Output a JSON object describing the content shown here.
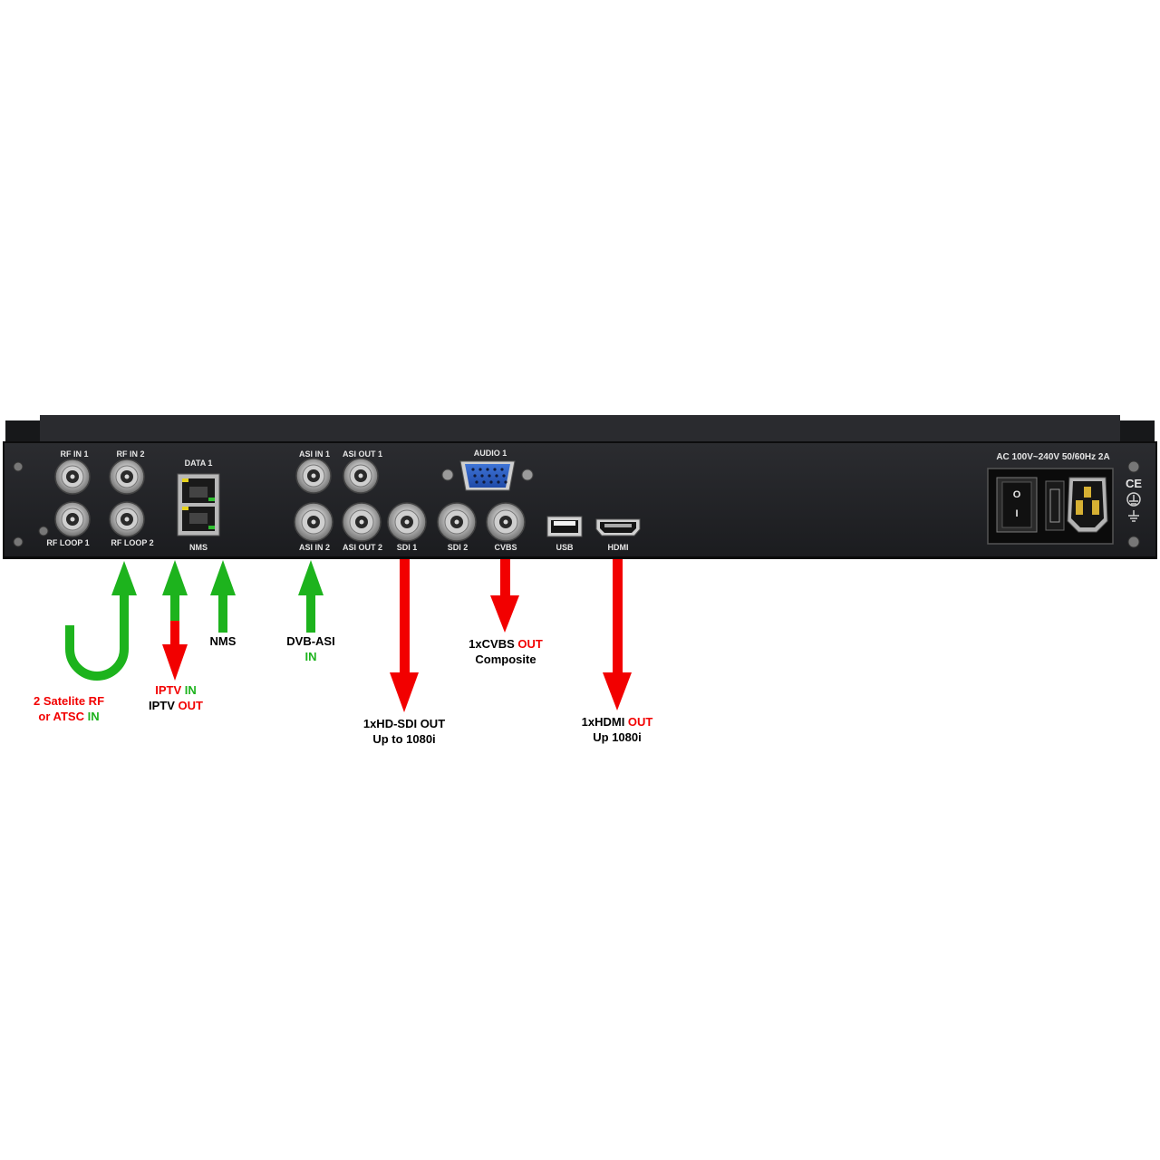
{
  "colors": {
    "input": "#1db31d",
    "output": "#f20000",
    "panel": "#1e1f22",
    "label": "#e6e6e6",
    "text": "#000000"
  },
  "panel": {
    "power_rating": "AC 100V~240V 50/60Hz 2A",
    "power_switch_on": "I",
    "power_switch_off": "O",
    "ce_mark": "CE",
    "ports": {
      "rf_in_1": "RF IN 1",
      "rf_in_2": "RF IN 2",
      "rf_loop_1": "RF LOOP 1",
      "rf_loop_2": "RF LOOP 2",
      "data_1": "DATA 1",
      "nms": "NMS",
      "asi_in_1": "ASI IN 1",
      "asi_out_1": "ASI OUT 1",
      "asi_in_2": "ASI IN 2",
      "asi_out_2": "ASI OUT 2",
      "audio_1": "AUDIO 1",
      "sdi_1": "SDI 1",
      "sdi_2": "SDI 2",
      "cvbs": "CVBS",
      "usb": "USB",
      "hdmi": "HDMI"
    }
  },
  "annotations": {
    "rf": {
      "line1_red": "2 Satelite RF",
      "line2_red": "or ATSC ",
      "line2_green": "IN"
    },
    "iptv": {
      "line1_red": "IPTV ",
      "line1_green": "IN",
      "line2_black": "IPTV ",
      "line2_red": "OUT"
    },
    "nms": {
      "line1": "NMS"
    },
    "dvb_asi": {
      "line1": "DVB-ASI",
      "line2_green": "IN"
    },
    "sdi": {
      "line1": "1xHD-SDI OUT",
      "line2": "Up to 1080i"
    },
    "cvbs": {
      "line1_black": "1xCVBS ",
      "line1_red": "OUT",
      "line2": "Composite"
    },
    "hdmi": {
      "line1_black": "1xHDMI ",
      "line1_red": "OUT",
      "line2": "Up 1080i"
    }
  }
}
